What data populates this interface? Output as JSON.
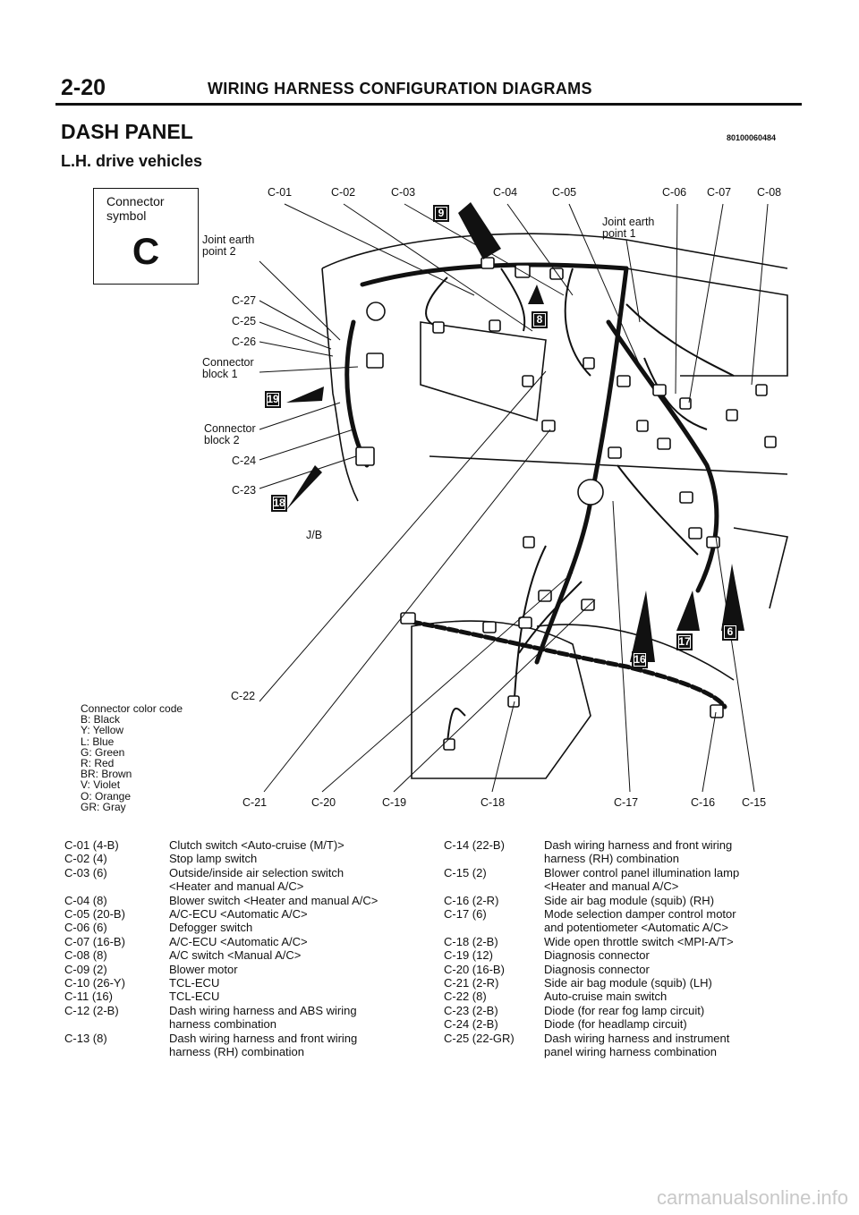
{
  "header": {
    "page_number": "2-20",
    "title": "WIRING HARNESS CONFIGURATION DIAGRAMS"
  },
  "section_title": "DASH PANEL",
  "doc_code": "80100060484",
  "subtitle": "L.H. drive vehicles",
  "connector_symbol": {
    "label": "Connector symbol",
    "letter": "C"
  },
  "diagram_labels": {
    "c01": "C-01",
    "c02": "C-02",
    "c03": "C-03",
    "c04": "C-04",
    "c05": "C-05",
    "c06": "C-06",
    "c07": "C-07",
    "c08": "C-08",
    "joint_earth_1": "Joint earth point 1",
    "joint_earth_2": "Joint earth point 2",
    "c27": "C-27",
    "c25": "C-25",
    "c26": "C-26",
    "connector_block_1": "Connector block 1",
    "connector_block_2": "Connector block 2",
    "c24": "C-24",
    "c23": "C-23",
    "jb": "J/B",
    "c22": "C-22",
    "c21": "C-21",
    "c20": "C-20",
    "c19": "C-19",
    "c18": "C-18",
    "c17": "C-17",
    "c16": "C-16",
    "c15": "C-15",
    "badge_9": "9",
    "badge_8": "8",
    "badge_19": "19",
    "badge_18": "18",
    "badge_17": "17",
    "badge_16": "16",
    "badge_6": "6"
  },
  "color_code": {
    "title": "Connector color code",
    "items": [
      "B: Black",
      "Y: Yellow",
      "L: Blue",
      "G: Green",
      "R: Red",
      "BR: Brown",
      "V: Violet",
      "O: Orange",
      "GR: Gray"
    ]
  },
  "connector_list_left": [
    {
      "code": "C-01 (4-B)",
      "desc": "Clutch switch <Auto-cruise (M/T)>"
    },
    {
      "code": "C-02 (4)",
      "desc": "Stop lamp switch"
    },
    {
      "code": "C-03 (6)",
      "desc": "Outside/inside air selection switch\n<Heater and manual A/C>"
    },
    {
      "code": "C-04 (8)",
      "desc": "Blower switch <Heater and manual A/C>"
    },
    {
      "code": "C-05 (20-B)",
      "desc": "A/C-ECU <Automatic A/C>"
    },
    {
      "code": "C-06 (6)",
      "desc": "Defogger switch"
    },
    {
      "code": "C-07 (16-B)",
      "desc": "A/C-ECU <Automatic A/C>"
    },
    {
      "code": "C-08 (8)",
      "desc": "A/C switch <Manual A/C>"
    },
    {
      "code": "C-09 (2)",
      "desc": "Blower motor"
    },
    {
      "code": "C-10 (26-Y)",
      "desc": "TCL-ECU"
    },
    {
      "code": "C-11 (16)",
      "desc": "TCL-ECU"
    },
    {
      "code": "C-12 (2-B)",
      "desc": "Dash wiring harness and ABS wiring\nharness combination"
    },
    {
      "code": "C-13 (8)",
      "desc": "Dash wiring harness and front wiring\nharness (RH) combination"
    }
  ],
  "connector_list_right": [
    {
      "code": "C-14 (22-B)",
      "desc": "Dash wiring harness and front wiring\nharness (RH) combination"
    },
    {
      "code": "C-15 (2)",
      "desc": "Blower control panel illumination lamp\n<Heater and manual A/C>"
    },
    {
      "code": "C-16 (2-R)",
      "desc": "Side air bag module (squib) (RH)"
    },
    {
      "code": "C-17 (6)",
      "desc": "Mode selection damper control motor\nand potentiometer <Automatic A/C>"
    },
    {
      "code": "C-18 (2-B)",
      "desc": "Wide open throttle switch <MPI-A/T>"
    },
    {
      "code": "C-19 (12)",
      "desc": "Diagnosis connector"
    },
    {
      "code": "C-20 (16-B)",
      "desc": "Diagnosis connector"
    },
    {
      "code": "C-21 (2-R)",
      "desc": "Side air bag module (squib) (LH)"
    },
    {
      "code": "C-22 (8)",
      "desc": "Auto-cruise main switch"
    },
    {
      "code": "C-23 (2-B)",
      "desc": "Diode (for rear fog lamp circuit)"
    },
    {
      "code": "C-24 (2-B)",
      "desc": "Diode (for headlamp circuit)"
    },
    {
      "code": "C-25 (22-GR)",
      "desc": "Dash wiring harness and instrument\npanel wiring harness combination"
    }
  ],
  "watermark": "carmanualsonline.info"
}
